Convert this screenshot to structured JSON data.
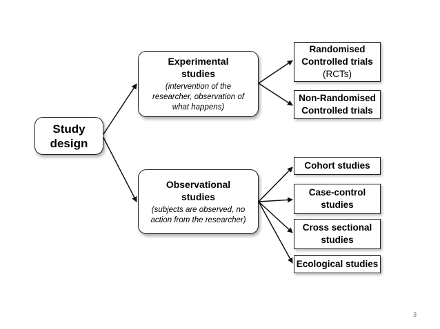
{
  "root": {
    "label_line1": "Study",
    "label_line2": "design"
  },
  "experimental": {
    "title_line1": "Experimental",
    "title_line2": "studies",
    "desc_line1": "(intervention of the",
    "desc_line2": "researcher, observation of",
    "desc_line3": "what happens)"
  },
  "observational": {
    "title_line1": "Observational",
    "title_line2": "studies",
    "desc_line1": "(subjects are observed, no",
    "desc_line2": "action from the researcher)"
  },
  "experimental_children": [
    {
      "line1": "Randomised",
      "line2": "Controlled trials",
      "line3": "(RCTs)"
    },
    {
      "line1": "Non-Randomised",
      "line2": "Controlled trials"
    }
  ],
  "observational_children": [
    {
      "line1": "Cohort studies"
    },
    {
      "line1": "Case-control",
      "line2": "studies"
    },
    {
      "line1": "Cross sectional",
      "line2": "studies"
    },
    {
      "line1": "Ecological studies"
    }
  ],
  "page_number": "3",
  "colors": {
    "border": "#222222",
    "arrow": "#111111",
    "background": "#ffffff"
  }
}
